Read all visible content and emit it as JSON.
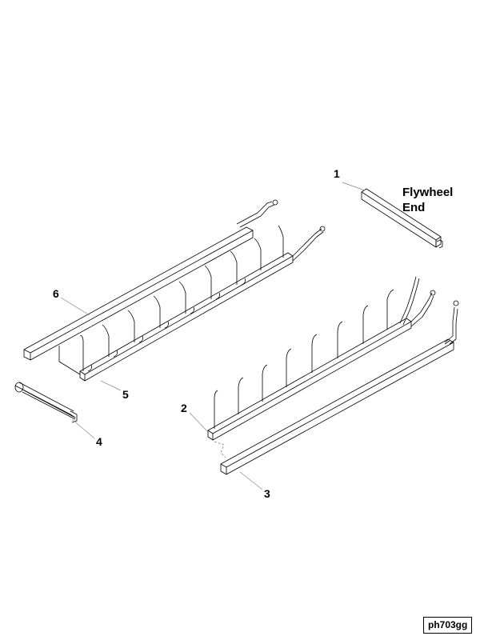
{
  "callouts": {
    "c1": "1",
    "c2": "2",
    "c3": "3",
    "c4": "4",
    "c5": "5",
    "c6": "6"
  },
  "end_label": {
    "line1": "Flywheel",
    "line2": "End"
  },
  "drawing_code": "ph703gg",
  "colors": {
    "line": "#000000",
    "leader": "#888888",
    "background": "#ffffff"
  }
}
